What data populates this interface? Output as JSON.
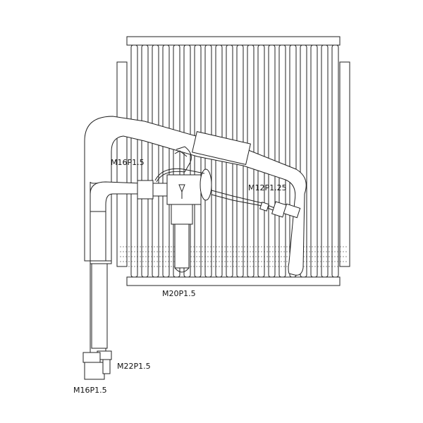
{
  "labels": {
    "fitting_top_left": "M16P1.5",
    "fitting_right": "M12P1.25",
    "fitting_bottom_center": "M20P1.5",
    "fitting_lower_outlet": "M22P1.5",
    "fitting_lower_inlet": "M16P1.5"
  },
  "line_color": "#222222"
}
